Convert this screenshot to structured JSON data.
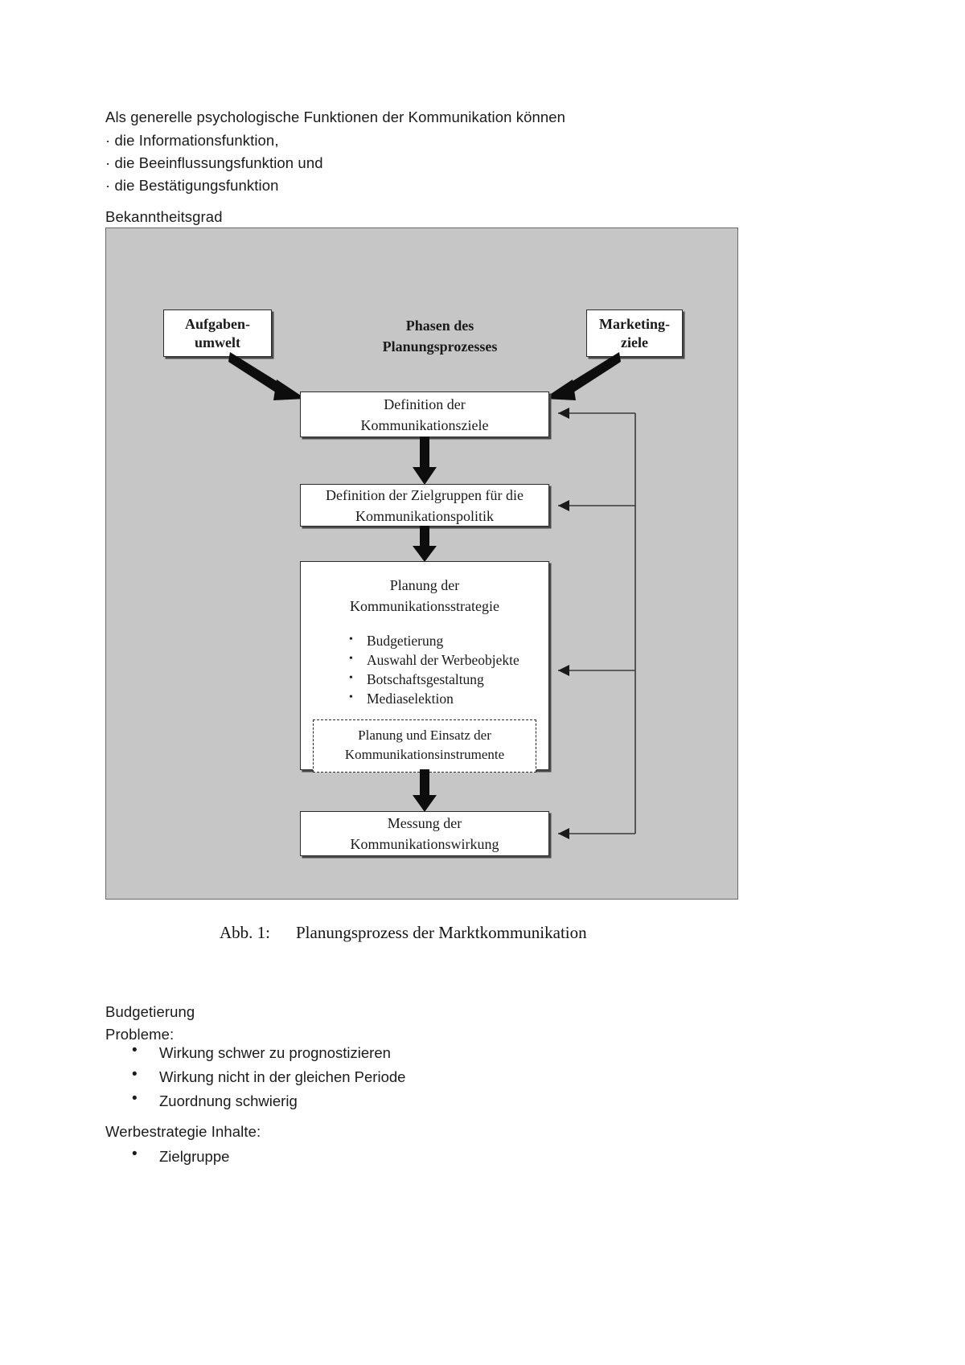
{
  "document": {
    "intro": {
      "lead": "Als generelle psychologische Funktionen der Kommunikation können",
      "items": [
        "· die Informationsfunktion,",
        "· die Beeinflussungsfunktion und",
        "· die Bestätigungsfunktion"
      ]
    },
    "subheading": "Bekanntheitsgrad",
    "figure": {
      "heading": {
        "line1": "Phasen des",
        "line2": "Planungsprozesses"
      },
      "input_left": {
        "line1": "Aufgaben-",
        "line2": "umwelt"
      },
      "input_right": {
        "line1": "Marketing-",
        "line2": "ziele"
      },
      "steps": [
        {
          "id": "kommunikationsziele",
          "line1": "Definition der",
          "line2": "Kommunikationsziele"
        },
        {
          "id": "zielgruppen",
          "line1": "Definition der Zielgruppen für die",
          "line2": "Kommunikationspolitik"
        },
        {
          "id": "strategie",
          "line1": "Planung der",
          "line2": "Kommunikationsstrategie",
          "bullets": [
            "Budgetierung",
            "Auswahl der Werbeobjekte",
            "Botschaftsgestaltung",
            "Mediaselektion"
          ],
          "dashed_box": {
            "line1": "Planung und Einsatz der",
            "line2": "Kommunikationsinstrumente"
          }
        },
        {
          "id": "messung",
          "line1": "Messung der",
          "line2": "Kommunikationswirkung"
        }
      ],
      "background_color": "#c6c6c6",
      "node_fill_color": "#ffffff",
      "line_color": "#1a1a1a"
    },
    "caption": {
      "label": "Abb. 1:",
      "text": "Planungsprozess der Marktkommunikation"
    },
    "lower": {
      "heading": "Budgetierung",
      "subheading": "Probleme:",
      "problems": [
        "Wirkung schwer zu prognostizieren",
        "Wirkung nicht in der gleichen Periode",
        "Zuordnung schwierig"
      ],
      "werbestrategie_heading": "Werbestrategie Inhalte:",
      "werbestrategie_items": [
        "Zielgruppe"
      ]
    }
  }
}
